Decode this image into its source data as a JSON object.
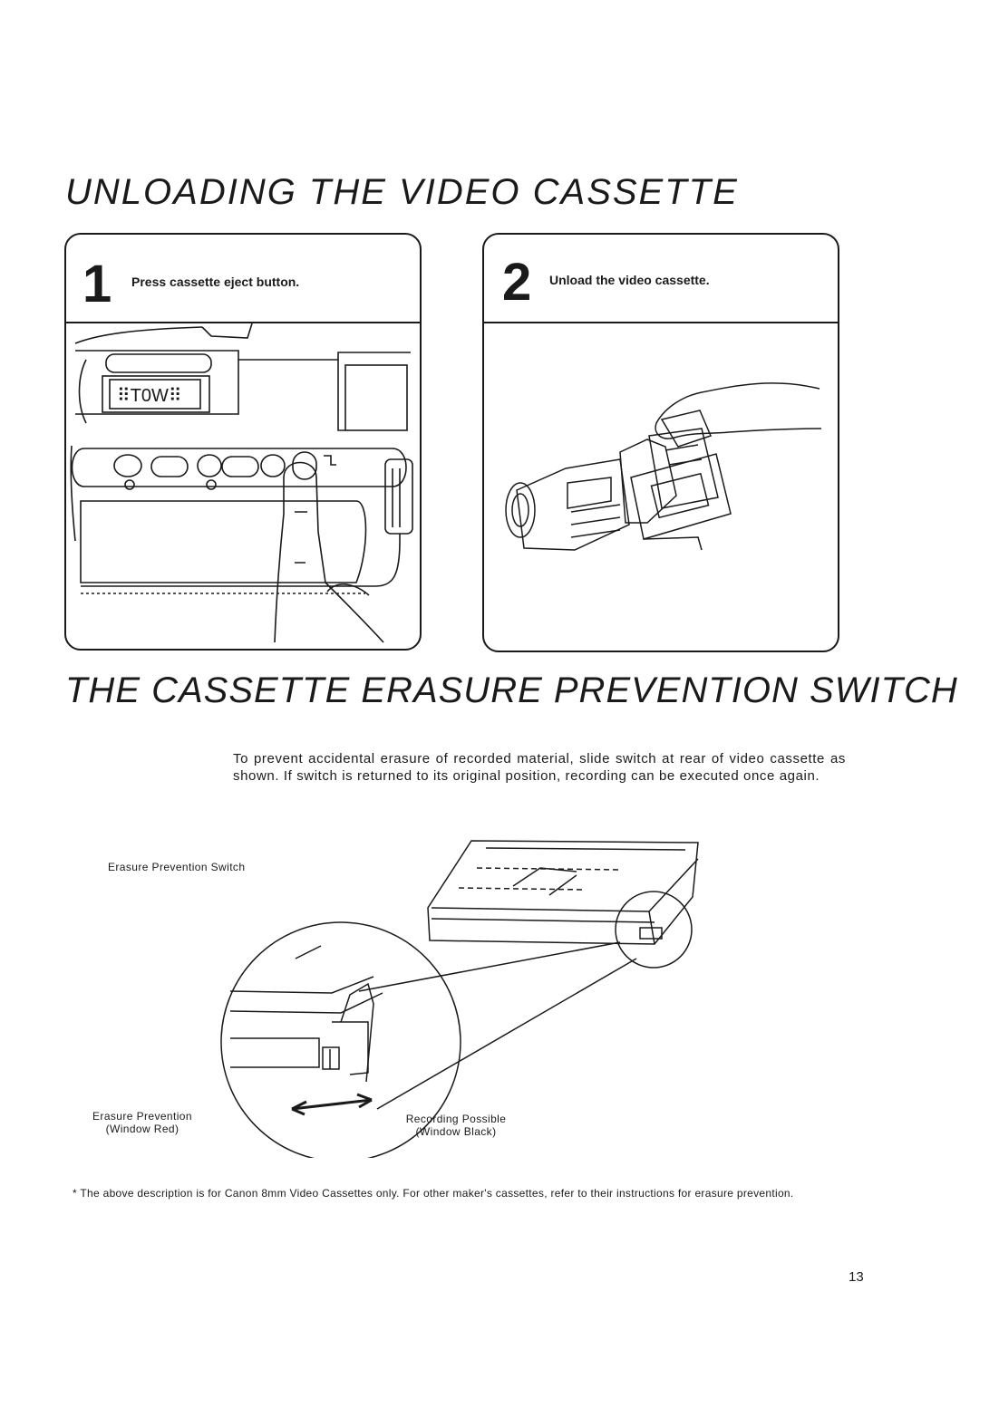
{
  "unloading": {
    "title": "UNLOADING THE VIDEO CASSETTE",
    "step1": {
      "number": "1",
      "text": "Press cassette eject button."
    },
    "step2": {
      "number": "2",
      "text": "Unload the video cassette."
    },
    "panel_display": "⠿T0W⠿"
  },
  "erasure": {
    "title": "THE CASSETTE ERASURE PREVENTION SWITCH",
    "description": "To prevent accidental erasure of recorded material, slide switch at rear of video cassette as shown. If switch is returned to its original position, recording can be executed once again.",
    "label_switch": "Erasure Prevention Switch",
    "label_prevention_line1": "Erasure Prevention",
    "label_prevention_line2": "(Window Red)",
    "label_possible_line1": "Recording Possible",
    "label_possible_line2": "(Window Black)"
  },
  "footnote": "* The above description is for Canon 8mm Video Cassettes only. For other maker's cassettes, refer to their instructions for erasure prevention.",
  "page_number": "13"
}
